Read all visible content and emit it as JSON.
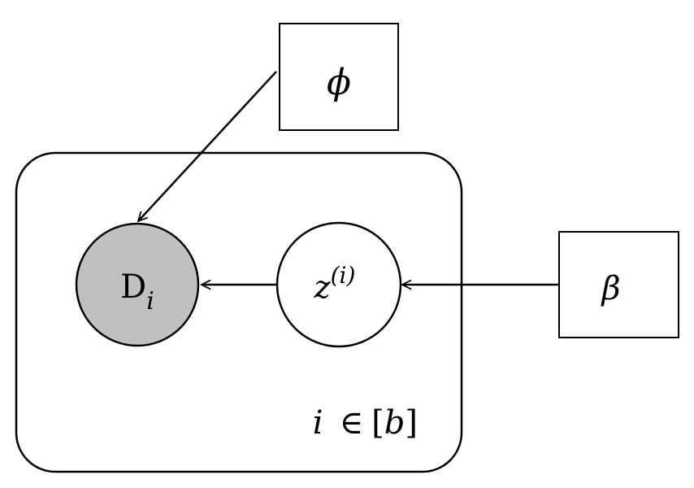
{
  "diagram": {
    "nodes": {
      "phi": {
        "label": "ϕ",
        "shape": "rectangle",
        "observed": false
      },
      "beta": {
        "label": "β",
        "shape": "rectangle",
        "observed": false
      },
      "z": {
        "base": "z",
        "superscript": "(i)",
        "shape": "circle",
        "observed": false
      },
      "d": {
        "base": "D",
        "subscript": "i",
        "shape": "circle",
        "observed": true
      }
    },
    "plate": {
      "index": "i",
      "member_symbol": "∈",
      "bracket_open": "[",
      "set": "b",
      "bracket_close": "]"
    },
    "edges": [
      {
        "from": "phi",
        "to": "d"
      },
      {
        "from": "z",
        "to": "d"
      },
      {
        "from": "beta",
        "to": "z"
      }
    ],
    "colors": {
      "observed_fill": "#c0c0c0",
      "latent_fill": "#ffffff",
      "stroke": "#000000"
    }
  }
}
